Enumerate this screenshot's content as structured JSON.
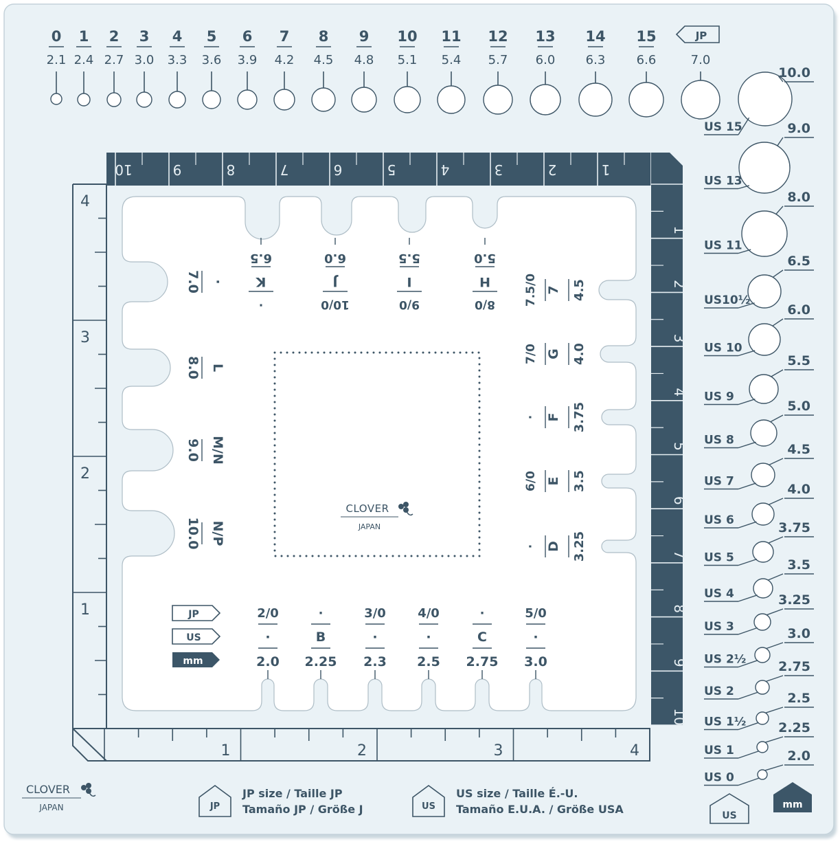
{
  "top_gauge": {
    "jp_tag": "JP",
    "jp_sizes": [
      "0",
      "1",
      "2",
      "3",
      "4",
      "5",
      "6",
      "7",
      "8",
      "9",
      "10",
      "11",
      "12",
      "13",
      "14",
      "15"
    ],
    "mm_sizes": [
      "2.1",
      "2.4",
      "2.7",
      "3.0",
      "3.3",
      "3.6",
      "3.9",
      "4.2",
      "4.5",
      "4.8",
      "5.1",
      "5.4",
      "5.7",
      "6.0",
      "6.3",
      "6.6",
      "7.0"
    ]
  },
  "right_gauge": [
    {
      "us": "US 15",
      "mm": "10.0"
    },
    {
      "us": "US 13",
      "mm": "9.0"
    },
    {
      "us": "US 11",
      "mm": "8.0"
    },
    {
      "us": "US10½",
      "mm": "6.5"
    },
    {
      "us": "US 10",
      "mm": "6.0"
    },
    {
      "us": "US 9",
      "mm": "5.5"
    },
    {
      "us": "US 8",
      "mm": "5.0"
    },
    {
      "us": "US 7",
      "mm": "4.5"
    },
    {
      "us": "US 6",
      "mm": "4.0"
    },
    {
      "us": "US 5",
      "mm": "3.75"
    },
    {
      "us": "US 4",
      "mm": "3.5"
    },
    {
      "us": "US 3",
      "mm": "3.25"
    },
    {
      "us": "US 2½",
      "mm": "3.0"
    },
    {
      "us": "US 2",
      "mm": "2.75"
    },
    {
      "us": "US 1½",
      "mm": "2.5"
    },
    {
      "us": "US 1",
      "mm": "2.25"
    },
    {
      "us": "US 0",
      "mm": "2.0"
    }
  ],
  "top_notches": [
    {
      "mm": "6.5",
      "us": "K",
      "jp": "·"
    },
    {
      "mm": "6.0",
      "us": "J",
      "jp": "10/0"
    },
    {
      "mm": "5.5",
      "us": "I",
      "jp": "9/0"
    },
    {
      "mm": "5.0",
      "us": "H",
      "jp": "8/0"
    }
  ],
  "left_notches": [
    {
      "mm": "7.0",
      "us": "·"
    },
    {
      "mm": "8.0",
      "us": "L"
    },
    {
      "mm": "9.0",
      "us": "M/N"
    },
    {
      "mm": "10.0",
      "us": "N/P"
    }
  ],
  "right_notches": [
    {
      "mm": "4.5",
      "us": "7",
      "jp": "7.5/0"
    },
    {
      "mm": "4.0",
      "us": "G",
      "jp": "7/0"
    },
    {
      "mm": "3.75",
      "us": "F",
      "jp": "·"
    },
    {
      "mm": "3.5",
      "us": "E",
      "jp": "6/0"
    },
    {
      "mm": "3.25",
      "us": "D",
      "jp": "·"
    }
  ],
  "bottom_notches": [
    {
      "jp": "2/0",
      "us": "·",
      "mm": "2.0"
    },
    {
      "jp": "·",
      "us": "B",
      "mm": "2.25"
    },
    {
      "jp": "3/0",
      "us": "·",
      "mm": "2.3"
    },
    {
      "jp": "4/0",
      "us": "·",
      "mm": "2.5"
    },
    {
      "jp": "·",
      "us": "C",
      "mm": "2.75"
    },
    {
      "jp": "5/0",
      "us": "·",
      "mm": "3.0"
    }
  ],
  "legend_tags": {
    "jp": "JP",
    "us": "US",
    "mm": "mm"
  },
  "top_scale_labels": [
    "10",
    "9",
    "8",
    "7",
    "6",
    "5",
    "4",
    "3",
    "2",
    "1"
  ],
  "right_scale_labels": [
    "1",
    "2",
    "3",
    "4",
    "5",
    "6",
    "7",
    "8",
    "9",
    "10"
  ],
  "left_scale_labels": [
    "4",
    "3",
    "2",
    "1"
  ],
  "bottom_scale_labels": [
    "1",
    "2",
    "3",
    "4"
  ],
  "brand": {
    "name": "CLOVER",
    "sub": "JAPAN"
  },
  "footer": {
    "jp_tag": "JP",
    "jp_line1": "JP size / Taille JP",
    "jp_line2": "Tamaño JP / Größe J",
    "us_tag": "US",
    "us_line1": "US size / Taille É.-U.",
    "us_line2": "Tamaño E.U.A. / Größe USA",
    "us_tag2": "US",
    "mm_tag": "mm"
  },
  "colors": {
    "ink": "#3d5566",
    "plate": "#eaf2f6",
    "bar": "#3c5668"
  }
}
